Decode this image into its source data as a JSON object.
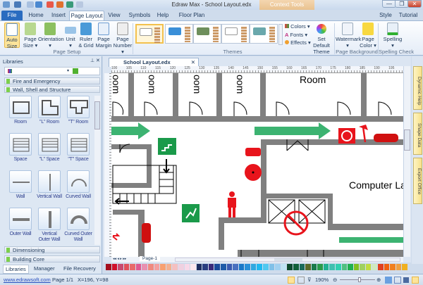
{
  "window": {
    "title": "Edraw Max - School Layout.edx",
    "context_tab": "Context Tools",
    "minimize": "—",
    "restore": "❐",
    "close": "✕"
  },
  "menu_tabs": [
    "File",
    "Home",
    "Insert",
    "Page Layout",
    "View",
    "Symbols",
    "Help",
    "Floor Plan"
  ],
  "ribbon_right": {
    "style": "Style",
    "tutorial": "Tutorial"
  },
  "page_setup": {
    "label": "Page Setup",
    "buttons": [
      {
        "l1": "Auto",
        "l2": "Size"
      },
      {
        "l1": "Page",
        "l2": "Size ▾"
      },
      {
        "l1": "Orientation",
        "l2": "▾"
      },
      {
        "l1": "Unit",
        "l2": "▾"
      },
      {
        "l1": "Ruler",
        "l2": "& Grid"
      },
      {
        "l1": "Page",
        "l2": "Margin"
      },
      {
        "l1": "Page",
        "l2": "Number ▾"
      }
    ]
  },
  "themes": {
    "label": "Themes",
    "colors": "Colors ▾",
    "fonts": "Fonts ▾",
    "effects": "Effects ▾",
    "set_default_l1": "Set Default",
    "set_default_l2": "Theme",
    "swatches": [
      "#ffffff",
      "#3a8fd8",
      "#6e8f5c",
      "#ffffff",
      "#6aa8ac"
    ]
  },
  "page_background": {
    "label": "Page Background",
    "watermark": "Watermark",
    "page_color_l1": "Page",
    "page_color_l2": "Color ▾"
  },
  "spelling_check": {
    "label": "Spelling Check",
    "spelling": "Spelling"
  },
  "libraries": {
    "title": "Libraries",
    "categories": [
      "Fire and Emergency",
      "Wall, Shell and Structure",
      "Dimensioning",
      "Building Core"
    ],
    "shapes": [
      [
        "Room"
      ],
      [
        "\"L\" Room"
      ],
      [
        "\"T\" Room"
      ],
      [
        "Space"
      ],
      [
        "\"L\" Space"
      ],
      [
        "\"T\" Space"
      ],
      [
        "Wall"
      ],
      [
        "Vertical Wall"
      ],
      [
        "Curved Wall"
      ],
      [
        "Outer Wall"
      ],
      [
        "Vertical",
        "Outer Wall"
      ],
      [
        "Curved Outer",
        "Wall"
      ]
    ],
    "bottom_tabs": [
      "Libraries",
      "Manager",
      "File Recovery"
    ]
  },
  "document": {
    "tab": "School Layout.edx",
    "page_tab": "Page-1",
    "labels": {
      "room": "oom",
      "room_full": "Room",
      "computer_lab": "Computer La"
    },
    "ruler_ticks": [
      "100",
      "105",
      "110",
      "115",
      "120",
      "125",
      "130",
      "135",
      "140",
      "145",
      "150",
      "155",
      "160",
      "165",
      "170",
      "175",
      "180",
      "185",
      "190",
      "195"
    ]
  },
  "right_panel": [
    "Dynamic Help",
    "Shape Data",
    "Export Office"
  ],
  "palette": [
    "#a50f1e",
    "#d0102a",
    "#c84a6e",
    "#e0505a",
    "#e86a6a",
    "#e05a90",
    "#e890b0",
    "#f08a80",
    "#f4a0a0",
    "#f8a070",
    "#f4b090",
    "#f4c0c0",
    "#f0d0e0",
    "#f8d8e8",
    "#fce8ee",
    "#1e2e60",
    "#2a3e80",
    "#3a2a7a",
    "#1a4a9a",
    "#1e5aa8",
    "#3a5ab0",
    "#4a70c0",
    "#1a78c8",
    "#2a90d8",
    "#30a8e0",
    "#20b8f0",
    "#50c8f0",
    "#80c0e8",
    "#a0d0f0",
    "#c0e4f4",
    "#0e4a2e",
    "#12603a",
    "#1a6a5a",
    "#5a6a2a",
    "#1a7a4a",
    "#2a9a4a",
    "#20b090",
    "#40c0b0",
    "#30d0b0",
    "#50c080",
    "#20b050",
    "#80c020",
    "#a0d060",
    "#c0dc40",
    "#d0e8c0",
    "#e04020",
    "#f06010",
    "#f08020",
    "#f0a040",
    "#f0b020"
  ],
  "statusbar": {
    "link": "www.edrawsoft.com",
    "page": "Page 1/1",
    "coords": "X=196, Y=98",
    "zoom": "190%"
  },
  "colors": {
    "accent": "#2a6cc0",
    "wall": "#808080",
    "exit_green": "#3cb371",
    "fire_red": "#e8141c"
  }
}
